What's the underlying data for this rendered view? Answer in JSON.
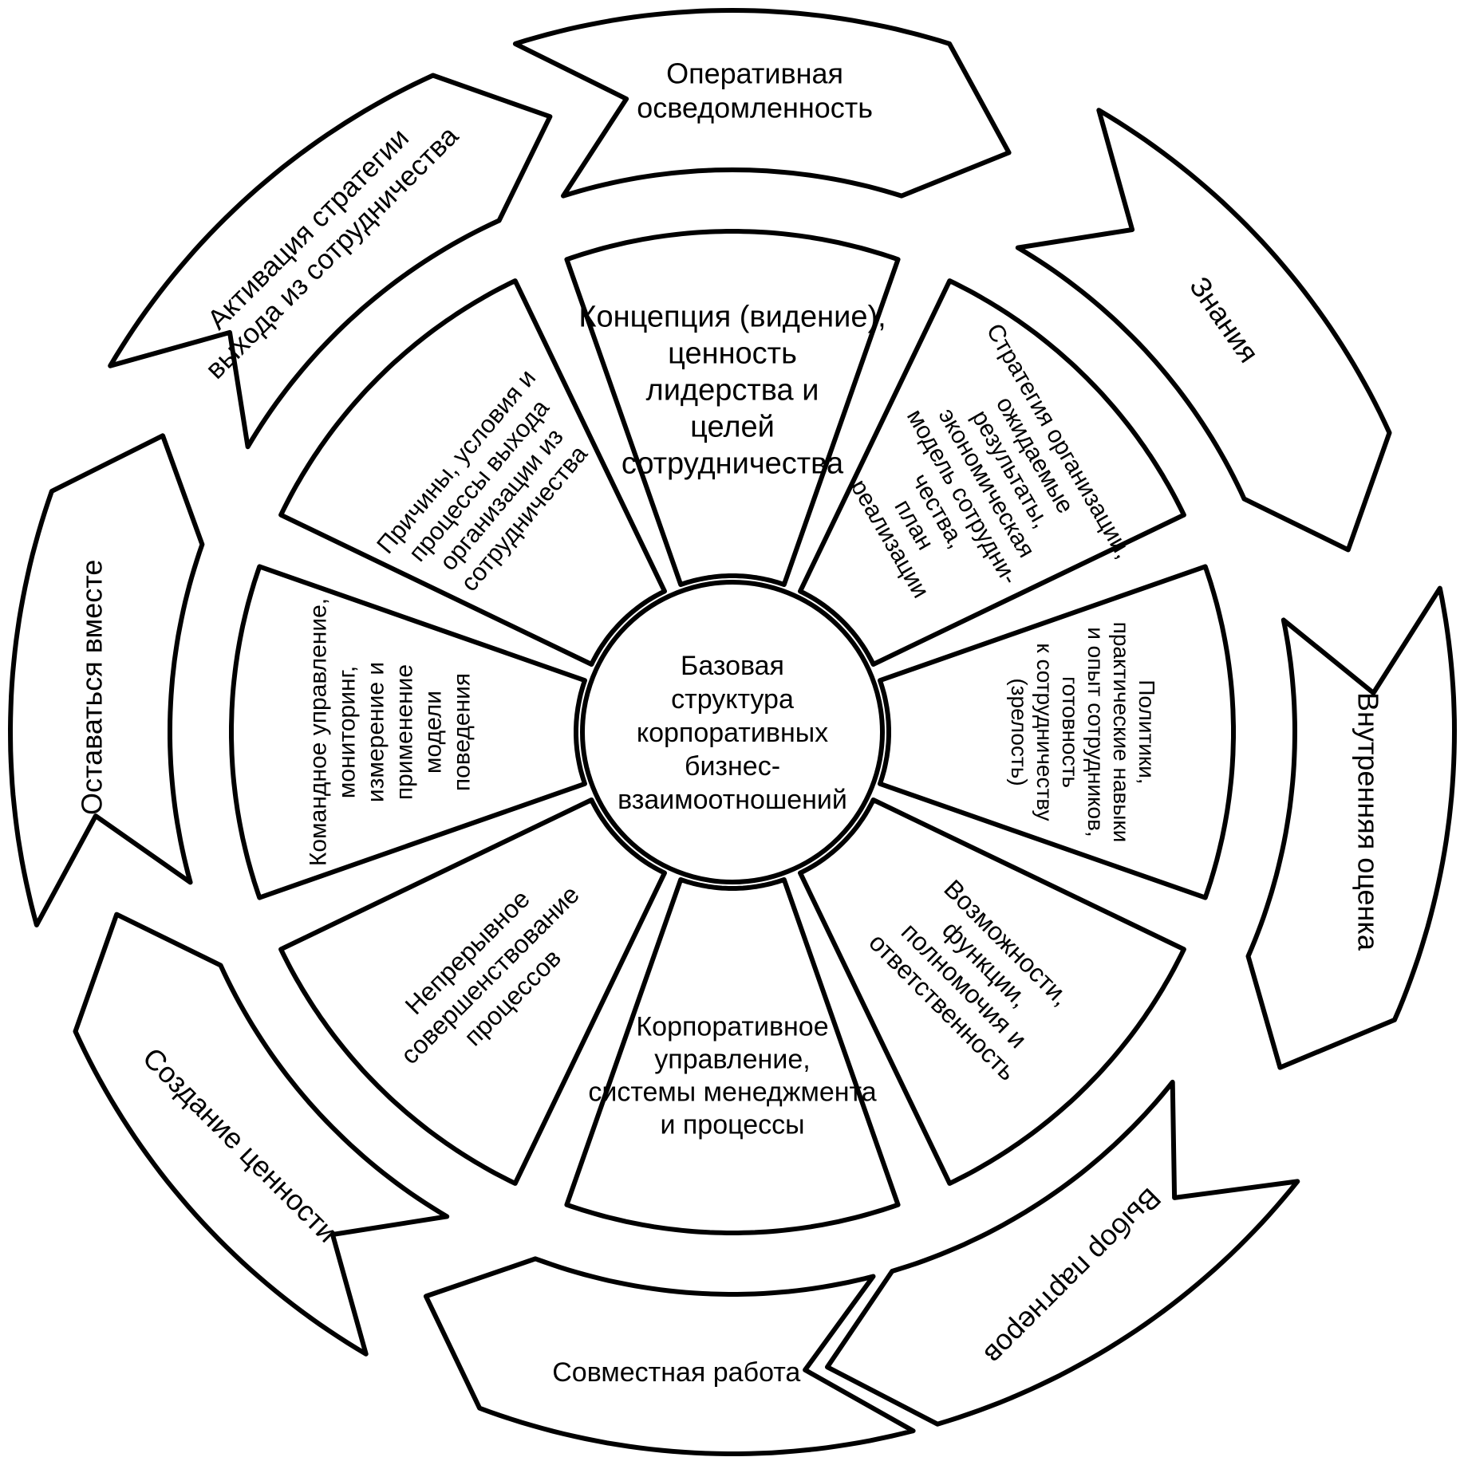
{
  "diagram": {
    "center_lines": [
      "Базовая",
      "структура",
      "корпоративных",
      "бизнес-",
      "взаимоотношений"
    ],
    "inner_segments": [
      {
        "id": "vision",
        "lines": [
          "Концепция (видение),",
          "ценность",
          "лидерства и",
          "целей",
          "сотрудничества"
        ]
      },
      {
        "id": "strategy",
        "lines": [
          "Стратегия организации,",
          "ожидаемые",
          "результаты,",
          "экономическая",
          "модель сотрудни-",
          "чества,",
          "план",
          "реализации"
        ]
      },
      {
        "id": "policies",
        "lines": [
          "Политики,",
          "практические навыки",
          "и опыт сотрудников,",
          "готовность",
          "к сотрудничеству",
          "(зрелость)"
        ]
      },
      {
        "id": "capabilities",
        "lines": [
          "Возможности,",
          "функции,",
          "полномочия и",
          "ответственность"
        ]
      },
      {
        "id": "governance",
        "lines": [
          "Корпоративное",
          "управление,",
          "системы менеджмента",
          "и процессы"
        ]
      },
      {
        "id": "improvement",
        "lines": [
          "Непрерывное",
          "совершенствование",
          "процессов"
        ]
      },
      {
        "id": "command",
        "lines": [
          "Командное управление,",
          "мониторинг,",
          "измерение и",
          "применение",
          "модели",
          "поведения"
        ]
      },
      {
        "id": "exit",
        "lines": [
          "Причины, условия и",
          "процессы выхода",
          "организации из",
          "сотрудничества"
        ]
      }
    ],
    "outer_stages": [
      {
        "id": "awareness",
        "lines": [
          "Оперативная",
          "осведомленность"
        ]
      },
      {
        "id": "knowledge",
        "lines": [
          "Знания"
        ]
      },
      {
        "id": "internal-assessment",
        "lines": [
          "Внутренняя оценка"
        ]
      },
      {
        "id": "partner-selection",
        "lines": [
          "Выбор партнеров"
        ]
      },
      {
        "id": "joint-work",
        "lines": [
          "Совместная работа"
        ]
      },
      {
        "id": "value-creation",
        "lines": [
          "Создание ценности"
        ]
      },
      {
        "id": "staying-together",
        "lines": [
          "Оставаться вместе"
        ]
      },
      {
        "id": "exit-strategy",
        "lines": [
          "Активация стратегии",
          "выхода из сотрудничества"
        ]
      }
    ]
  }
}
